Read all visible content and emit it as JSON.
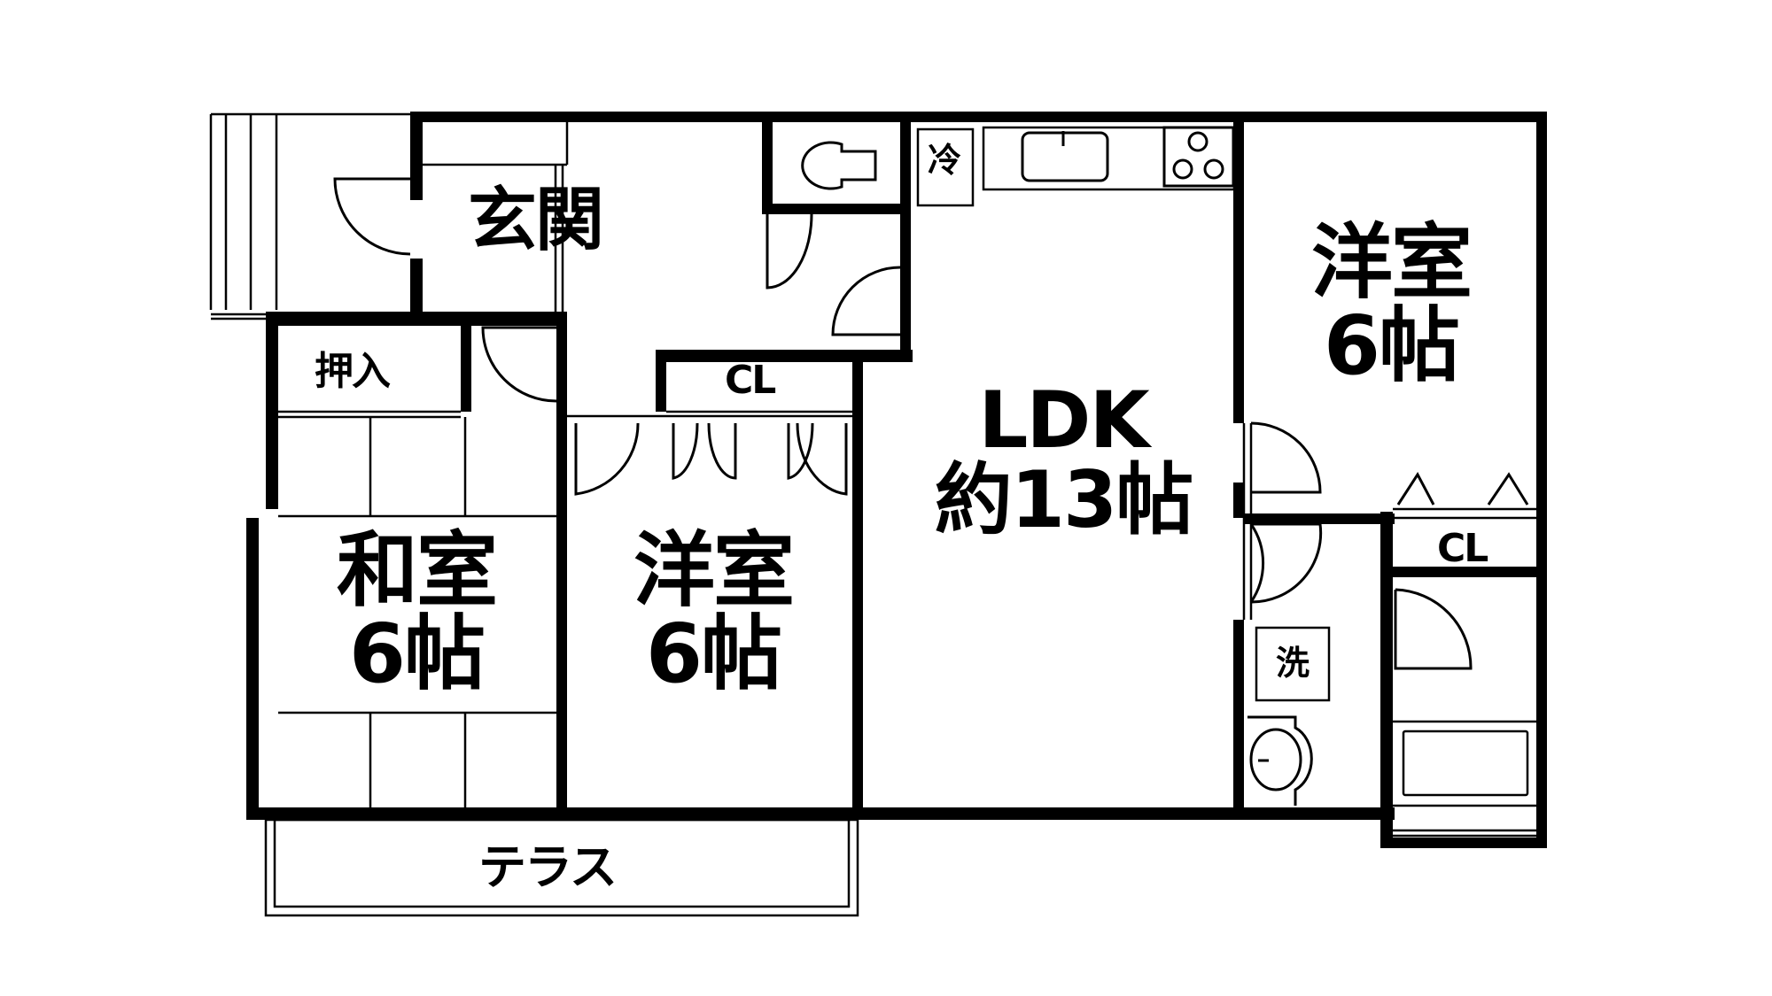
{
  "floorplan": {
    "colors": {
      "line": "#000000",
      "background": "#ffffff"
    },
    "rooms": {
      "entrance": {
        "label": "玄関"
      },
      "oshiire": {
        "label": "押入"
      },
      "closet_center": {
        "label": "CL"
      },
      "washitsu": {
        "name": "和室",
        "size": "6帖"
      },
      "yoshitsu_center": {
        "name": "洋室",
        "size": "6帖"
      },
      "ldk": {
        "name": "LDK",
        "size": "約13帖"
      },
      "yoshitsu_right": {
        "name": "洋室",
        "size": "6帖"
      },
      "closet_right": {
        "label": "CL"
      },
      "fridge": {
        "label": "冷"
      },
      "washer": {
        "label": "洗"
      },
      "terrace": {
        "label": "テラス"
      }
    },
    "fixtures": [
      "toilet-icon",
      "kitchen-sink-icon",
      "gas-stove-icon",
      "washbasin-icon",
      "bathtub-icon"
    ]
  }
}
